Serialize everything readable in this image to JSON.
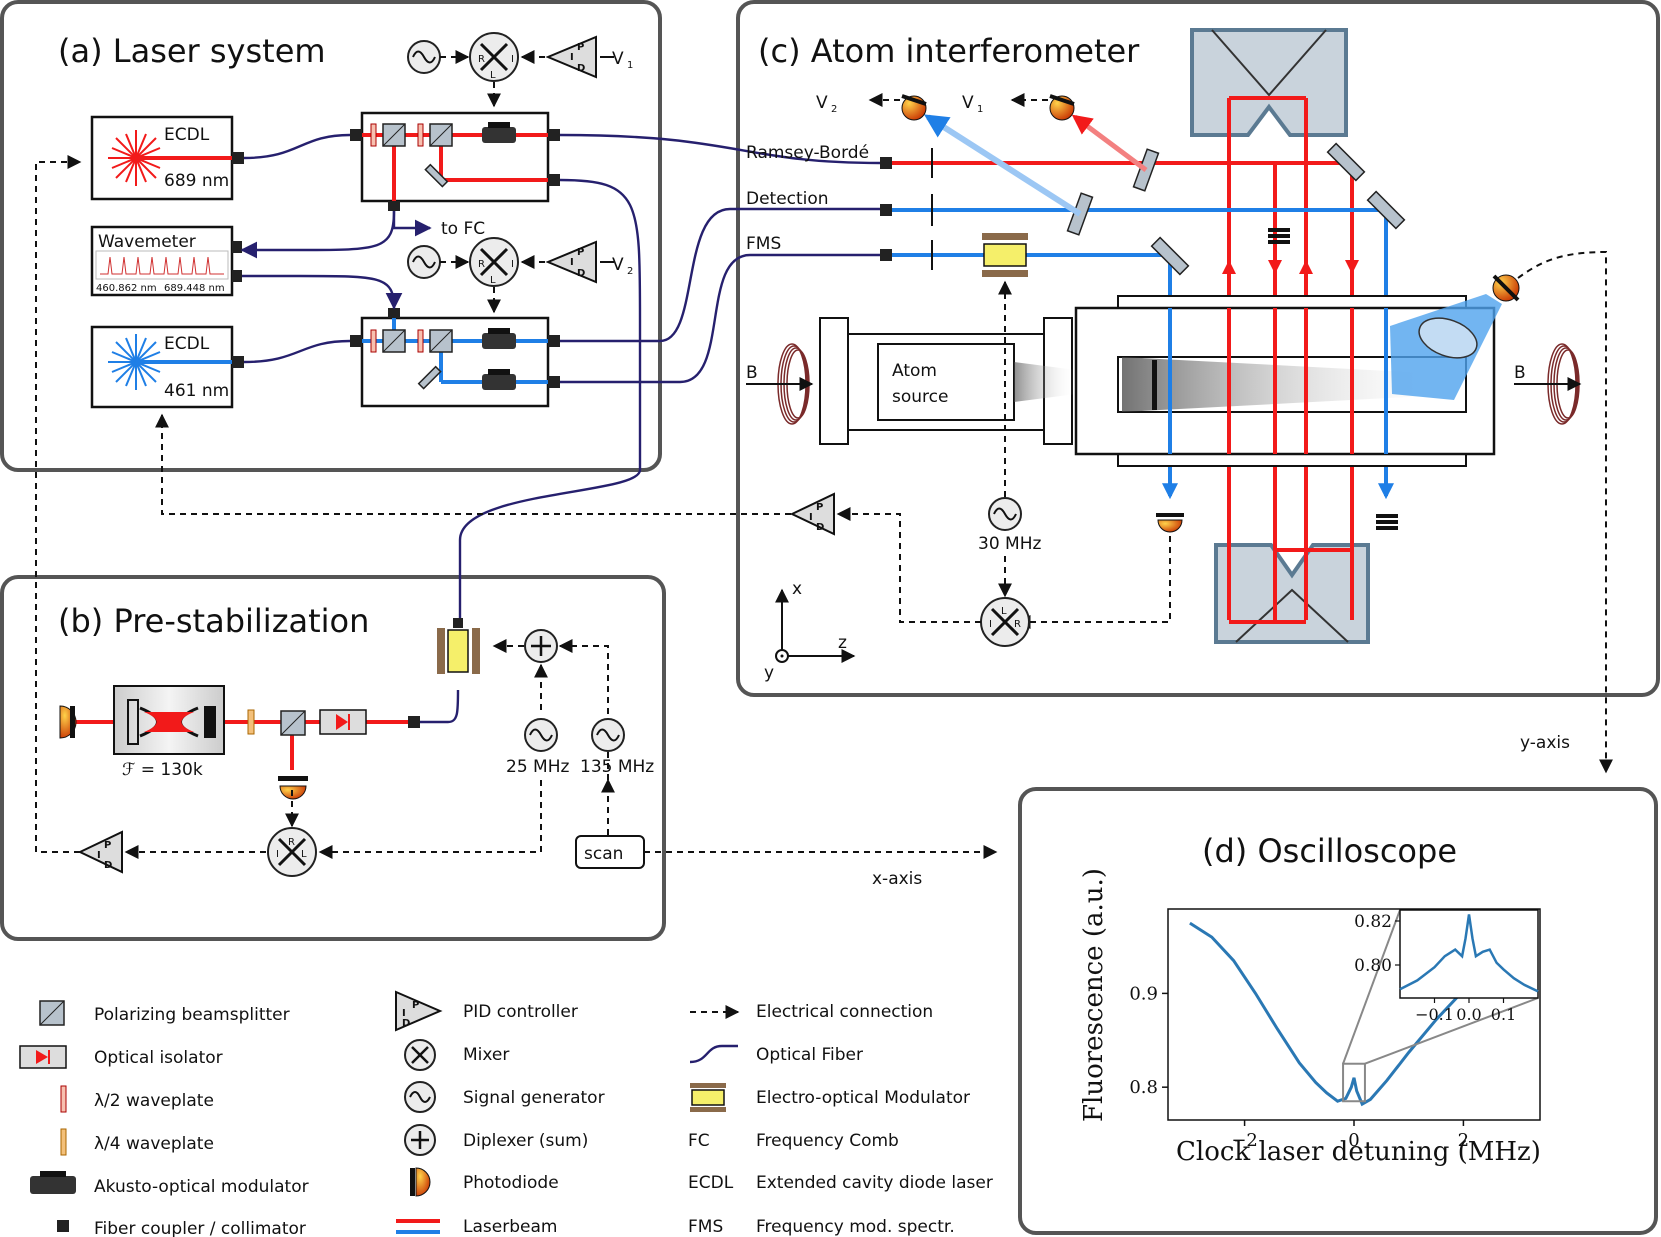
{
  "panels": {
    "a": {
      "title": "(a) Laser system"
    },
    "b": {
      "title": "(b) Pre-stabilization"
    },
    "c": {
      "title": "(c) Atom interferometer"
    },
    "d": {
      "title": "(d) Oscilloscope"
    }
  },
  "laser_system": {
    "ecdl_red_label": "ECDL",
    "ecdl_red_wavelength": "689 nm",
    "ecdl_blue_label": "ECDL",
    "ecdl_blue_wavelength": "461 nm",
    "wavemeter_label": "Wavemeter",
    "wavemeter_reading_blue": "460.862 nm",
    "wavemeter_reading_red": "689.448 nm",
    "to_fc": "to FC",
    "v1": "V",
    "v1_sub": "1",
    "v2": "V",
    "v2_sub": "2"
  },
  "prestab": {
    "finesse": "ℱ = 130k",
    "freq_25": "25 MHz",
    "freq_135": "135 MHz",
    "scan": "scan",
    "x_axis": "x-axis"
  },
  "interferometer": {
    "ramsey": "Ramsey-Bordé",
    "detection": "Detection",
    "fms": "FMS",
    "atom_source_1": "Atom",
    "atom_source_2": "source",
    "freq_30": "30 MHz",
    "v1": "V",
    "v1_sub": "1",
    "v2": "V",
    "v2_sub": "2",
    "b_field": "B",
    "axis_x": "x",
    "axis_y": "y",
    "axis_z": "z",
    "y_axis": "y-axis"
  },
  "mixer_ports": {
    "r": "R",
    "i": "I",
    "l": "L"
  },
  "pid_letters": {
    "p": "P",
    "i": "I",
    "d": "D"
  },
  "legend": {
    "col1": [
      "Polarizing beamsplitter",
      "Optical isolator",
      "λ/2 waveplate",
      "λ/4 waveplate",
      "Akusto-optical modulator",
      "Fiber coupler / collimator"
    ],
    "col2": [
      "PID controller",
      "Mixer",
      "Signal generator",
      "Diplexer (sum)",
      "Photodiode",
      "Laserbeam"
    ],
    "col3_keys": [
      "",
      "",
      "",
      "FC",
      "ECDL",
      "FMS"
    ],
    "col3": [
      "Electrical connection",
      "Optical Fiber",
      "Electro-optical Modulator",
      "Frequency Comb",
      "Extended cavity diode laser",
      "Frequency mod. spectr."
    ]
  },
  "colors": {
    "red_beam": "#f21a1a",
    "blue_beam": "#1f7fe6",
    "fiber": "#26206e",
    "trace": "#2a78b4"
  },
  "chart_data": {
    "type": "line",
    "title": "",
    "xlabel": "Clock laser detuning (MHz)",
    "ylabel": "Fluorescence (a.u.)",
    "xlim": [
      -3.4,
      3.4
    ],
    "ylim": [
      0.765,
      0.99
    ],
    "xticks": [
      "−2",
      "0",
      "2"
    ],
    "xtick_values": [
      -2,
      0,
      2
    ],
    "yticks": [
      "0.8",
      "0.9"
    ],
    "ytick_values": [
      0.8,
      0.9
    ],
    "series": [
      {
        "x": [
          -3.0,
          -2.6,
          -2.2,
          -1.8,
          -1.4,
          -1.0,
          -0.7,
          -0.5,
          -0.3,
          -0.15,
          -0.05,
          0.0,
          0.05,
          0.15,
          0.3,
          0.6,
          1.0,
          1.5,
          2.0,
          2.5,
          3.0
        ],
        "y": [
          0.975,
          0.96,
          0.935,
          0.9,
          0.862,
          0.826,
          0.805,
          0.794,
          0.785,
          0.788,
          0.8,
          0.81,
          0.796,
          0.782,
          0.787,
          0.807,
          0.837,
          0.872,
          0.903,
          0.928,
          0.945
        ]
      }
    ],
    "inset": {
      "xlim": [
        -0.2,
        0.2
      ],
      "ylim": [
        0.785,
        0.825
      ],
      "xticks": [
        "−0.1",
        "0.0",
        "0.1"
      ],
      "xtick_values": [
        -0.1,
        0.0,
        0.1
      ],
      "yticks": [
        "0.80",
        "0.82"
      ],
      "ytick_values": [
        0.8,
        0.82
      ],
      "x": [
        -0.2,
        -0.15,
        -0.1,
        -0.07,
        -0.04,
        -0.02,
        -0.01,
        0.0,
        0.01,
        0.02,
        0.04,
        0.06,
        0.08,
        0.1,
        0.13,
        0.16,
        0.2
      ],
      "y": [
        0.789,
        0.793,
        0.799,
        0.804,
        0.807,
        0.804,
        0.812,
        0.823,
        0.812,
        0.804,
        0.806,
        0.807,
        0.801,
        0.798,
        0.794,
        0.791,
        0.788
      ]
    }
  }
}
